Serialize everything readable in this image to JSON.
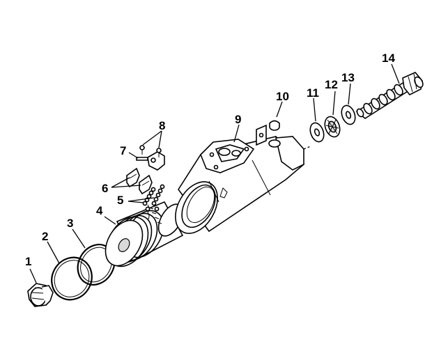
{
  "figure": {
    "background": "#ffffff",
    "line_color": "#000000",
    "callouts": [
      {
        "id": "1",
        "label": "1"
      },
      {
        "id": "2",
        "label": "2"
      },
      {
        "id": "3",
        "label": "3"
      },
      {
        "id": "4",
        "label": "4"
      },
      {
        "id": "5",
        "label": "5"
      },
      {
        "id": "6",
        "label": "6"
      },
      {
        "id": "7",
        "label": "7"
      },
      {
        "id": "8",
        "label": "8"
      },
      {
        "id": "9",
        "label": "9"
      },
      {
        "id": "10",
        "label": "10"
      },
      {
        "id": "11",
        "label": "11"
      },
      {
        "id": "12",
        "label": "12"
      },
      {
        "id": "13",
        "label": "13"
      },
      {
        "id": "14",
        "label": "14"
      }
    ]
  }
}
